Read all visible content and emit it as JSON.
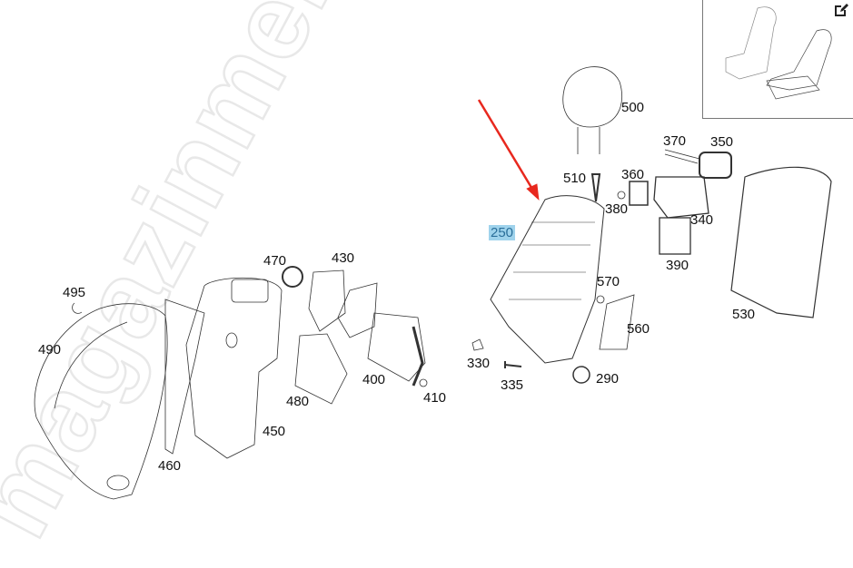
{
  "watermark": "magazinmercedes.ru",
  "highlighted_part": "250",
  "arrow_color": "#e8281e",
  "highlight_color": "#9fd3ec",
  "edit_icon": "edit-icon",
  "parts": {
    "p500": "500",
    "p370": "370",
    "p350": "350",
    "p510": "510",
    "p360": "360",
    "p380": "380",
    "p340": "340",
    "p250": "250",
    "p390": "390",
    "p530": "530",
    "p470": "470",
    "p430": "430",
    "p495": "495",
    "p570": "570",
    "p560": "560",
    "p490": "490",
    "p330": "330",
    "p335": "335",
    "p290": "290",
    "p400": "400",
    "p410": "410",
    "p480": "480",
    "p450": "450",
    "p460": "460"
  }
}
